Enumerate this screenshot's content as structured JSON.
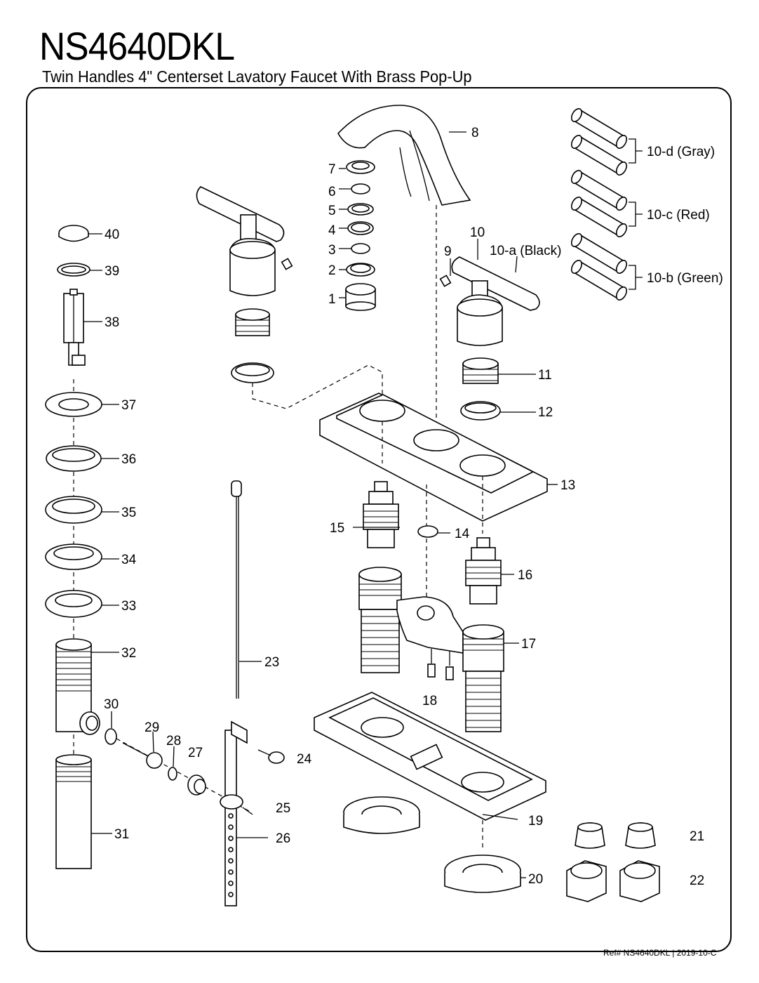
{
  "header": {
    "model": "NS4640DKL",
    "subtitle": "Twin Handles 4\" Centerset Lavatory Faucet With Brass Pop-Up"
  },
  "footer": {
    "ref": "Ref# NS4640DKL | 2019-10-C"
  },
  "callouts": {
    "p1": "1",
    "p2": "2",
    "p3": "3",
    "p4": "4",
    "p5": "5",
    "p6": "6",
    "p7": "7",
    "p8": "8",
    "p9": "9",
    "p10": "10",
    "p10a": "10-a (Black)",
    "p10b": "10-b (Green)",
    "p10c": "10-c (Red)",
    "p10d": "10-d (Gray)",
    "p11": "11",
    "p12": "12",
    "p13": "13",
    "p14": "14",
    "p15": "15",
    "p16": "16",
    "p17": "17",
    "p18": "18",
    "p19": "19",
    "p20": "20",
    "p21": "21",
    "p22": "22",
    "p23": "23",
    "p24": "24",
    "p25": "25",
    "p26": "26",
    "p27": "27",
    "p28": "28",
    "p29": "29",
    "p30": "30",
    "p31": "31",
    "p32": "32",
    "p33": "33",
    "p34": "34",
    "p35": "35",
    "p36": "36",
    "p37": "37",
    "p38": "38",
    "p39": "39",
    "p40": "40"
  }
}
